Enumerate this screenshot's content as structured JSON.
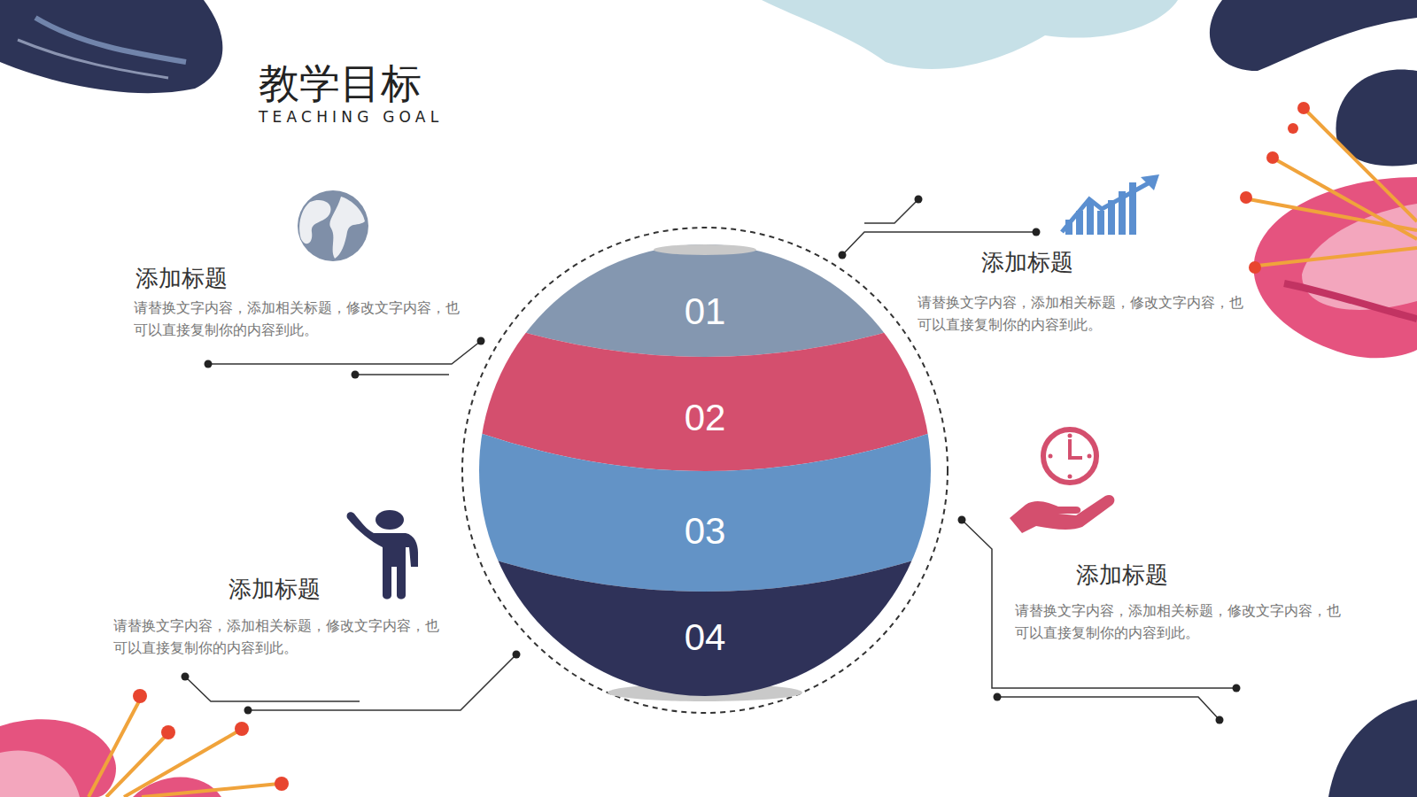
{
  "diagram": {
    "title": "教学目标",
    "nodes": [
      {
        "text": [
          "01"
        ]
      },
      {
        "text": [
          "02"
        ]
      },
      {
        "text": [
          "03"
        ]
      },
      {
        "text": [
          "04"
        ]
      }
    ],
    "labels": [
      "TEACHING GOAL",
      "添加标题",
      "请替换文字内容，添加相关标题，修改文字内容，也可以直接复制你的内容到此。",
      "添加标题",
      "请替换文字内容，添加相关标题，修改文字内容，也可以直接复制你的内容到此。",
      "添加标题",
      "请替换文字内容，添加相关标题，修改文字内容，也可以直接复制你的内容到此。",
      "添加标题",
      "请替换文字内容，添加相关标题，修改文字内容，也可以直接复制你的内容到此。"
    ]
  }
}
